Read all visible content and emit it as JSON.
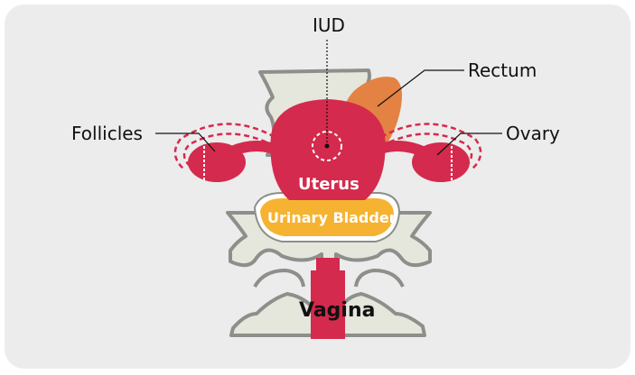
{
  "labels": {
    "iud": "IUD",
    "rectum": "Rectum",
    "follicles": "Follicles",
    "ovary": "Ovary",
    "uterus": "Uterus",
    "urinary_bladder": "Urinary Bladder",
    "vagina": "Vagina"
  },
  "colors": {
    "panel": "#ececec",
    "bone_fill": "#e5e6dc",
    "bone_stroke": "#8d8f8a",
    "organ_red": "#d42a4d",
    "rectum_orange": "#e48243",
    "bladder_yellow": "#f6b331"
  }
}
